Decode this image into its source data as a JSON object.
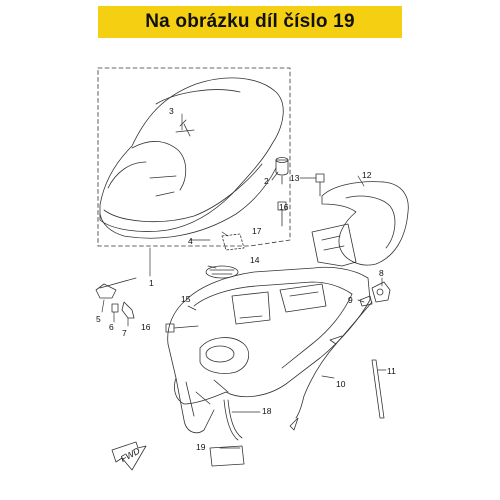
{
  "banner": {
    "text": "Na obrázku díl číslo 19",
    "color": "#f5cf12"
  },
  "parts": [
    {
      "number": "1"
    },
    {
      "number": "2"
    },
    {
      "number": "3"
    },
    {
      "number": "4"
    },
    {
      "number": "5"
    },
    {
      "number": "6"
    },
    {
      "number": "7"
    },
    {
      "number": "8"
    },
    {
      "number": "9"
    },
    {
      "number": "10"
    },
    {
      "number": "11"
    },
    {
      "number": "12"
    },
    {
      "number": "13"
    },
    {
      "number": "14"
    },
    {
      "number": "15"
    },
    {
      "number": "16"
    },
    {
      "number": "16"
    },
    {
      "number": "17"
    },
    {
      "number": "18"
    },
    {
      "number": "19"
    }
  ],
  "fwd_label": "FWD"
}
